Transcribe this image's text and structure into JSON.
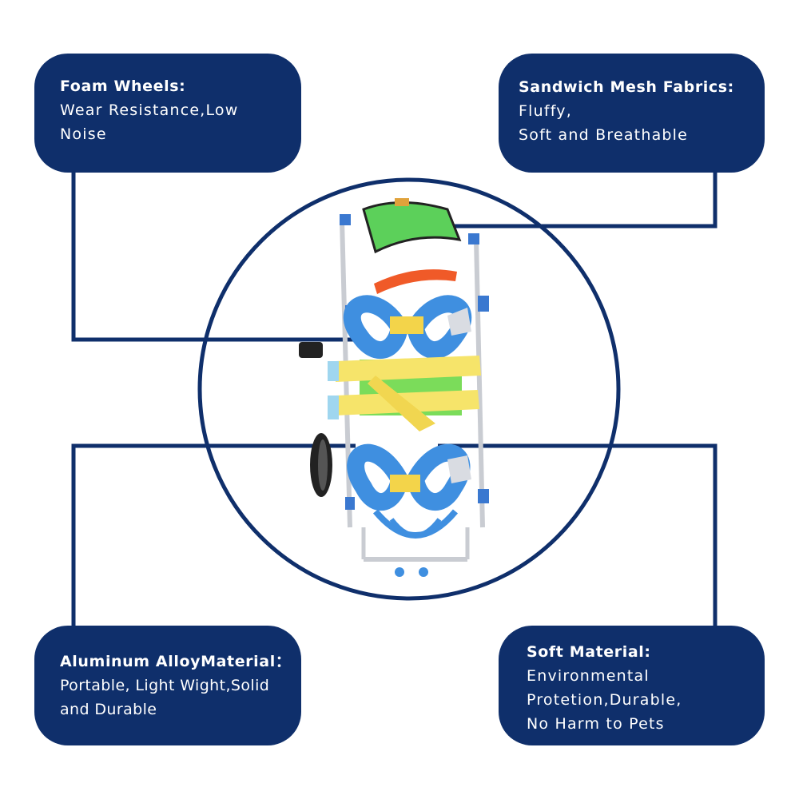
{
  "colors": {
    "callout_background": "#0f2f6b",
    "callout_text": "#ffffff",
    "connector_line": "#0f2f6b",
    "page_background": "#ffffff"
  },
  "product_image": {
    "icon": "dog-wheelchair-illustration"
  },
  "callouts": {
    "foam_wheels": {
      "title": "Foam Wheels:",
      "lines": [
        "Wear Resistance,Low",
        "Noise"
      ]
    },
    "sandwich_mesh": {
      "title": "Sandwich Mesh Fabrics:",
      "lines": [
        "Fluffy,",
        "Soft and Breathable"
      ]
    },
    "aluminum": {
      "title": "Aluminum AlloyMaterial：",
      "lines": [
        "Portable, Light Wight,Solid",
        "and Durable"
      ]
    },
    "soft_material": {
      "title": "Soft Material:",
      "lines": [
        "Environmental",
        "Protetion,Durable,",
        "No Harm to Pets"
      ]
    }
  }
}
